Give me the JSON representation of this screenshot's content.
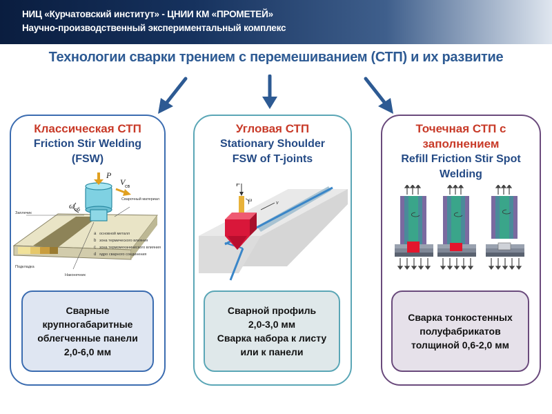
{
  "header": {
    "line1": "НИЦ «Курчатовский институт» - ЦНИИ КМ «ПРОМЕТЕЙ»",
    "line2": "Научно-производственный экспериментальный комплекс"
  },
  "title": "Технологии сварки трением с перемешиванием (СТП) и их развитие",
  "colors": {
    "title": "#2d5a93",
    "panel1_border": "#3b6cb0",
    "panel2_border": "#5aa6b6",
    "panel3_border": "#6a4a7c",
    "weld_red": "#c8102e"
  },
  "panels": [
    {
      "title_ru": "Классическая СТП",
      "title_en": [
        "Friction Stir Welding",
        "(FSW)"
      ],
      "illustration": {
        "labels": [
          "P",
          "V",
          "ω",
          "св",
          "об"
        ],
        "annotations": [
          "Сварочный материал",
          "Заплечик",
          "Подкладка",
          "Наконечник",
          "основной металл",
          "зона термического влияния",
          "зона термомеханического влияния",
          "ядро сварного соединения"
        ],
        "zone_letters": [
          "a",
          "b",
          "c",
          "d"
        ]
      },
      "caption": [
        "Сварные",
        "крупногабаритные",
        "облегченные панели",
        "2,0-6,0 мм"
      ]
    },
    {
      "title_ru": "Угловая СТП",
      "title_en": [
        "Stationary Shoulder",
        "FSW of T-joints"
      ],
      "illustration": {
        "labels": [
          "F",
          "ω",
          "v"
        ]
      },
      "caption": [
        "Сварной профиль",
        "2,0-3,0 мм",
        "Сварка набора к листу",
        "или к панели"
      ]
    },
    {
      "title_ru": [
        "Точечная СТП с",
        "заполнением"
      ],
      "title_en": [
        "Refill Friction Stir Spot",
        "Welding"
      ],
      "caption": [
        "Сварка тонкостенных",
        "полуфабрикатов",
        "толщиной 0,6-2,0 мм"
      ]
    }
  ]
}
